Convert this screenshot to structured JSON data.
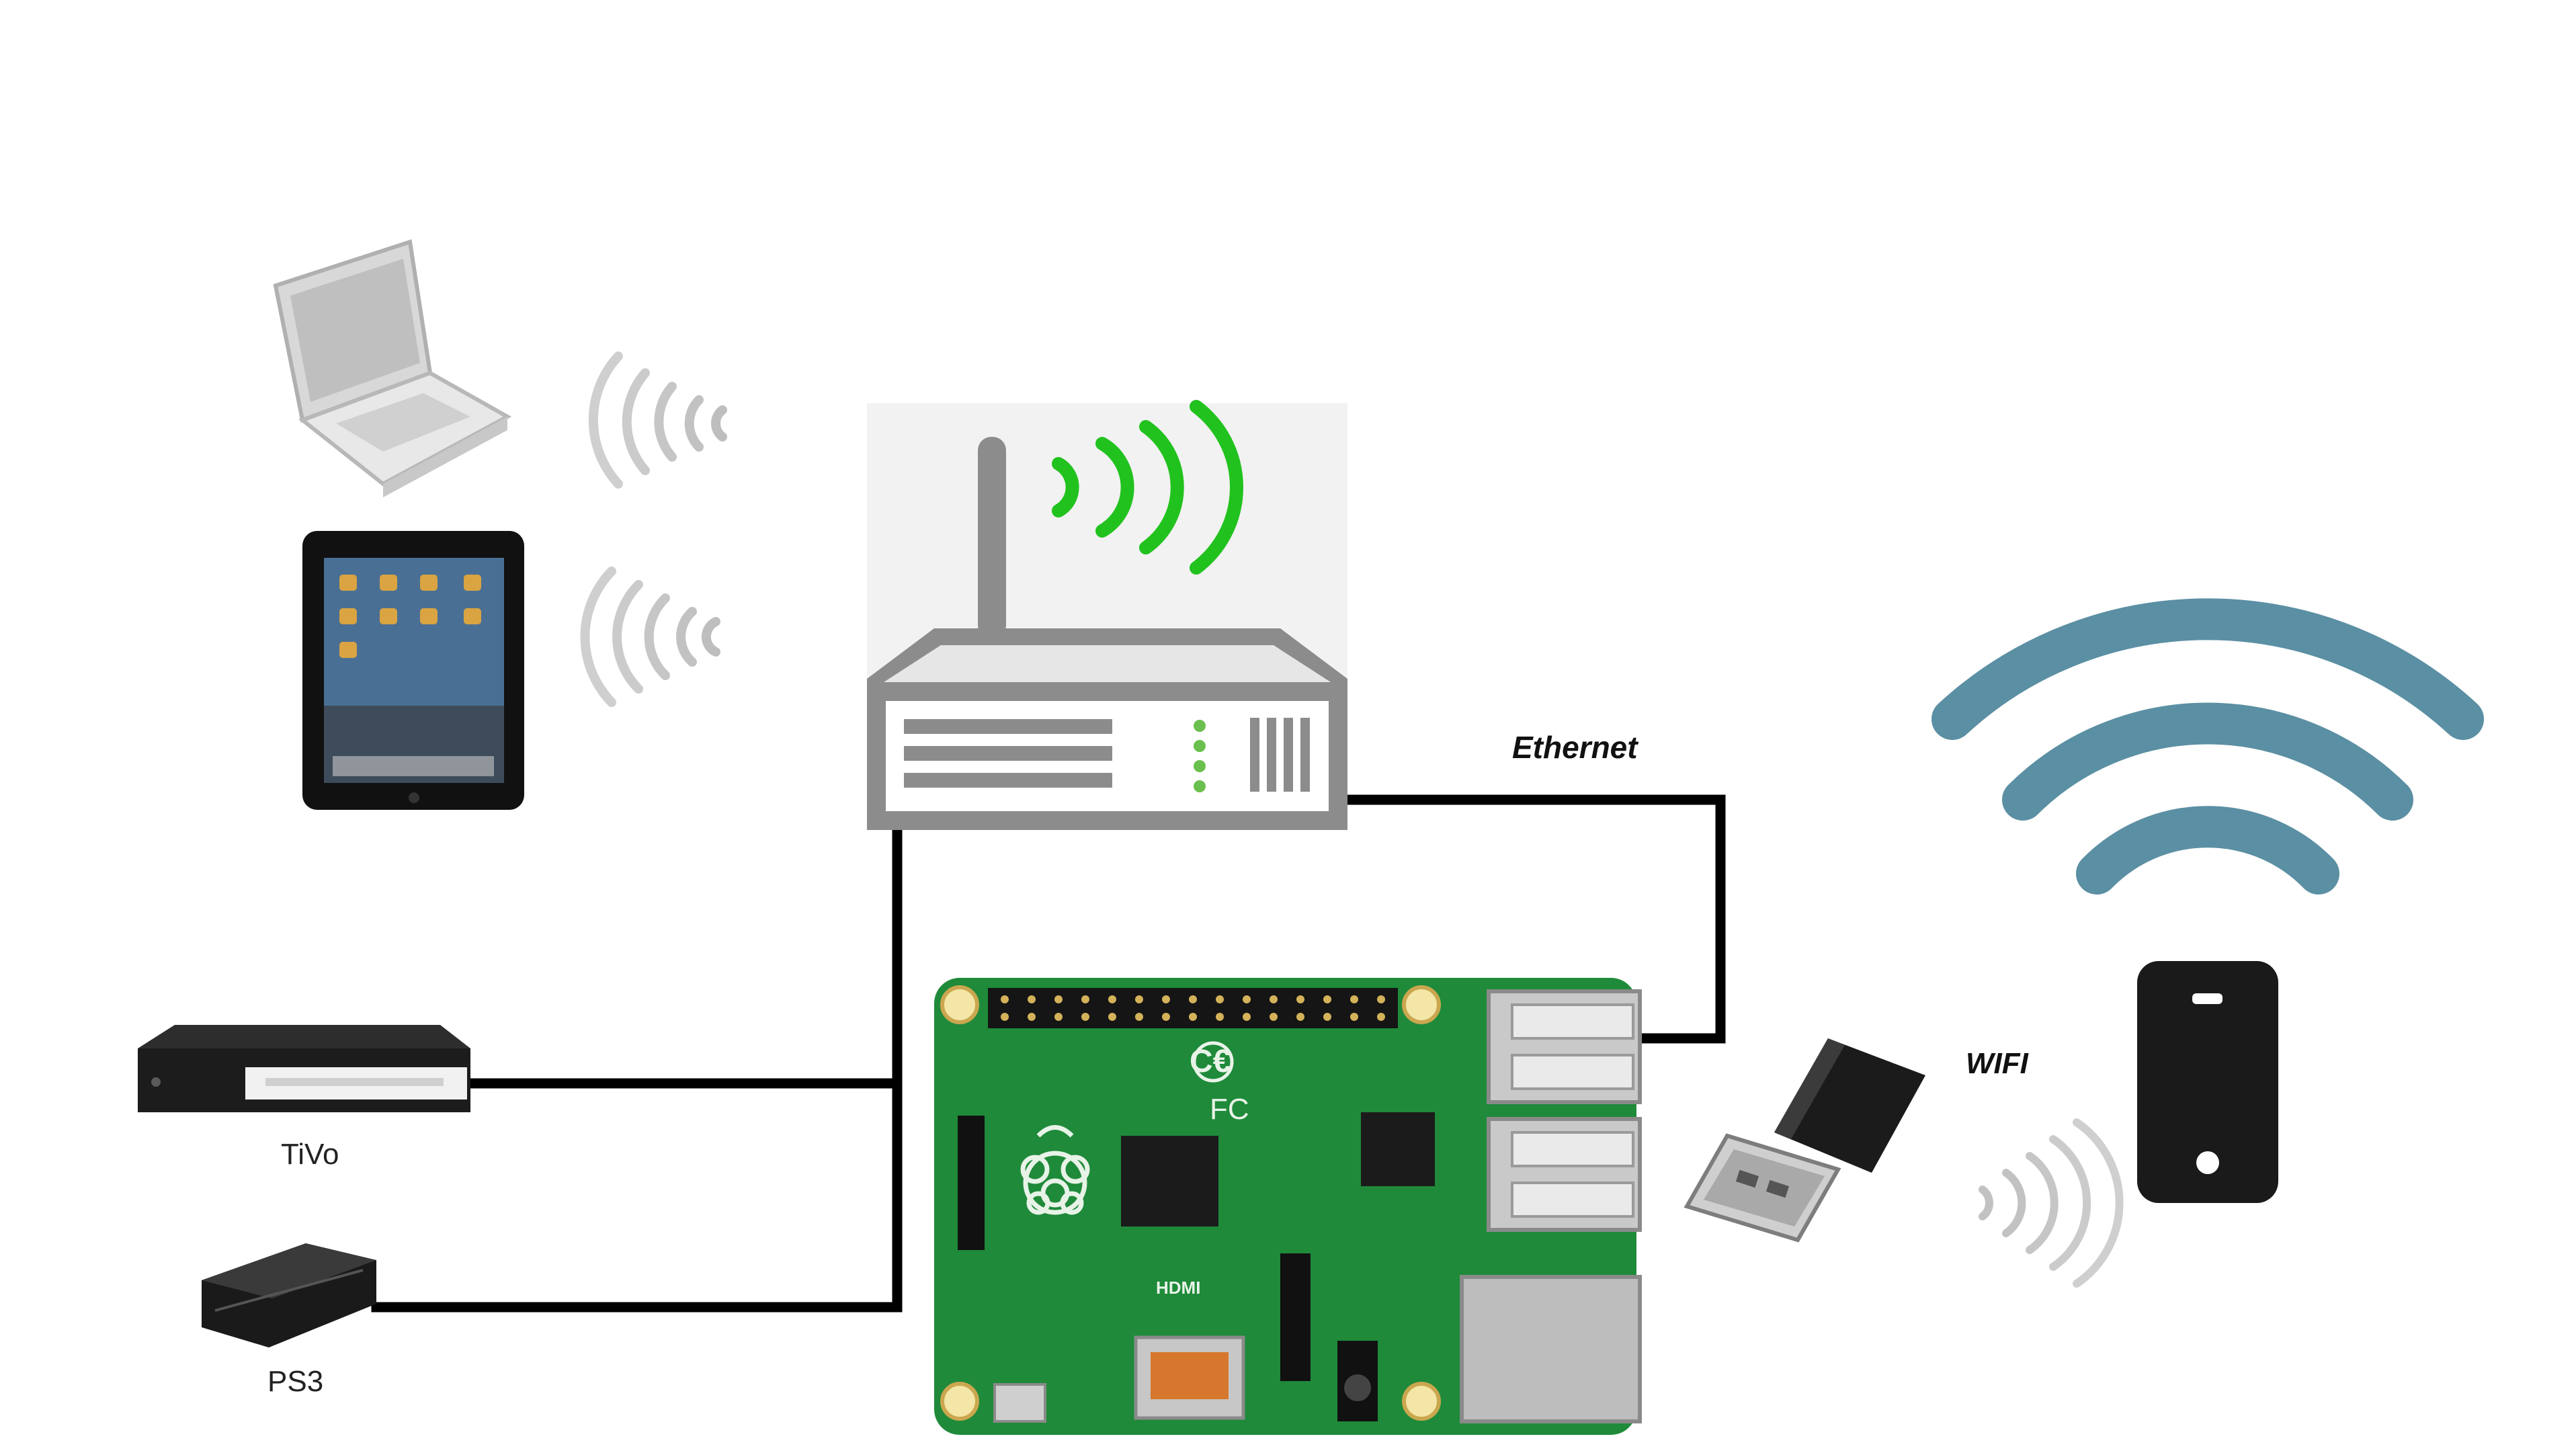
{
  "diagram": {
    "labels": {
      "ethernet": "Ethernet",
      "wifi": "WIFI",
      "tivo": "TiVo",
      "ps3": "PS3"
    },
    "nodes": [
      {
        "id": "laptop",
        "icon": "laptop-icon"
      },
      {
        "id": "tablet",
        "icon": "tablet-icon"
      },
      {
        "id": "router",
        "icon": "wireless-router-icon"
      },
      {
        "id": "tivo",
        "icon": "set-top-box-icon"
      },
      {
        "id": "ps3",
        "icon": "game-console-icon"
      },
      {
        "id": "raspberry-pi",
        "icon": "raspberry-pi-board-icon"
      },
      {
        "id": "wifi-dongle",
        "icon": "usb-wifi-dongle-icon"
      },
      {
        "id": "phone",
        "icon": "smartphone-icon"
      },
      {
        "id": "wifi-signal",
        "icon": "wifi-signal-icon"
      }
    ],
    "colors": {
      "wire": "#000000",
      "router_waves": "#22c21e",
      "wifi_arc": "#5b8fa3",
      "pcb": "#1f8a3a",
      "device_waves": "#9a9a9a"
    }
  }
}
